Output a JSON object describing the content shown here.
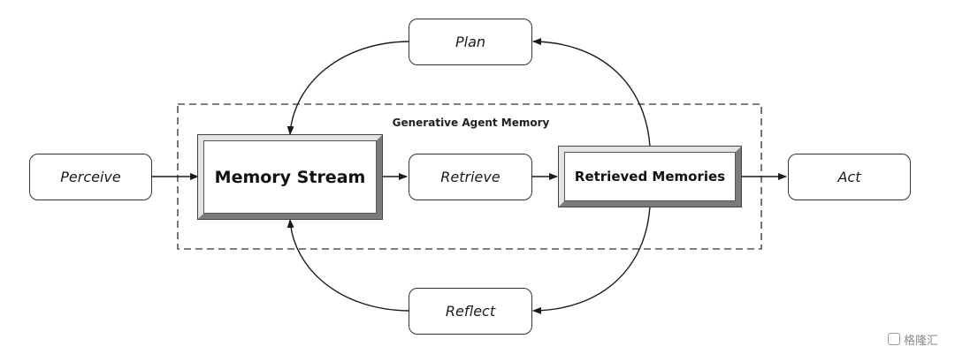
{
  "diagram": {
    "group_title": "Generative Agent Memory",
    "nodes": {
      "perceive": "Perceive",
      "memory_stream": "Memory Stream",
      "retrieve": "Retrieve",
      "retrieved_memories": "Retrieved Memories",
      "act": "Act",
      "plan": "Plan",
      "reflect": "Reflect"
    },
    "edges": [
      {
        "from": "Perceive",
        "to": "Memory Stream"
      },
      {
        "from": "Memory Stream",
        "to": "Retrieve"
      },
      {
        "from": "Retrieve",
        "to": "Retrieved Memories"
      },
      {
        "from": "Retrieved Memories",
        "to": "Act"
      },
      {
        "from": "Retrieved Memories",
        "to": "Plan"
      },
      {
        "from": "Plan",
        "to": "Memory Stream"
      },
      {
        "from": "Retrieved Memories",
        "to": "Reflect"
      },
      {
        "from": "Reflect",
        "to": "Memory Stream"
      }
    ]
  },
  "watermark": "格隆汇"
}
